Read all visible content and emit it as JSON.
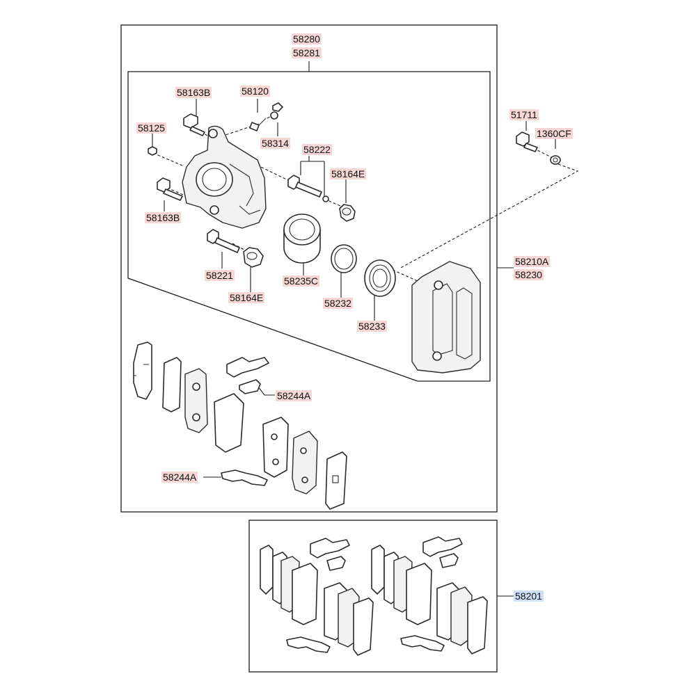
{
  "colors": {
    "highlight_red": "#f7d6d6",
    "highlight_blue": "#cfe0f7",
    "line": "#1a1a1a"
  },
  "labels": {
    "p58280": "58280",
    "p58281": "58281",
    "p58163B_top": "58163B",
    "p58120": "58120",
    "p58125": "58125",
    "p58314": "58314",
    "p58222": "58222",
    "p58164E_top": "58164E",
    "p58163B_bottom": "58163B",
    "p58221": "58221",
    "p58164E_bottom": "58164E",
    "p58235C": "58235C",
    "p58232": "58232",
    "p58233": "58233",
    "p51711": "51711",
    "p1360CF": "1360CF",
    "p58210A": "58210A",
    "p58230": "58230",
    "p58244A_right": "58244A",
    "p58244A_left": "58244A",
    "p58201": "58201"
  }
}
